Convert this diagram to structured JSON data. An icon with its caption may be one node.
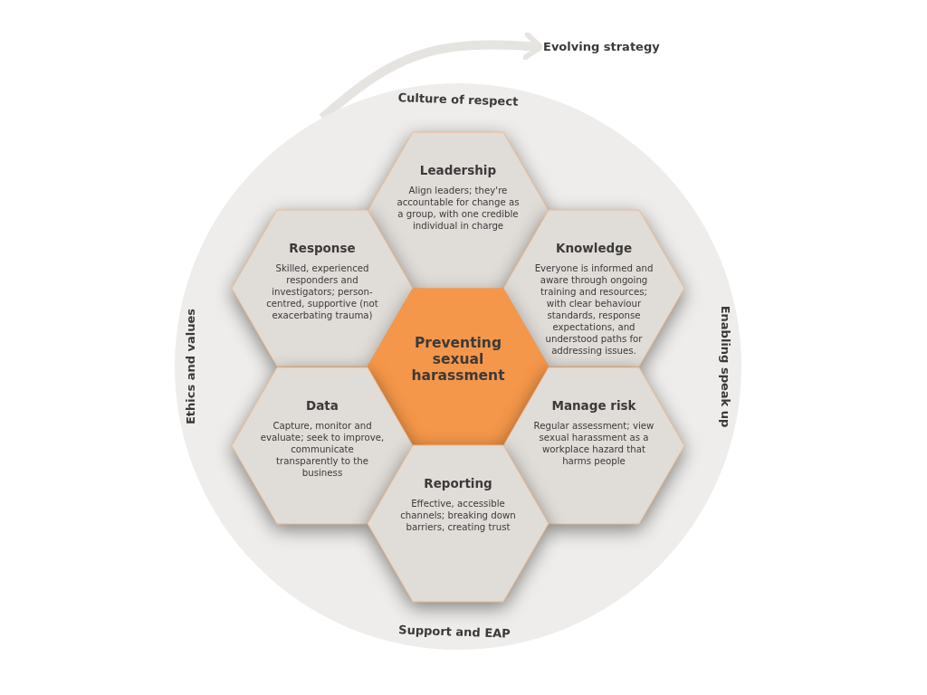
{
  "diagram": {
    "nodes": [
      {
        "text": [
          "Culture of respect",
          "Enabling speak up",
          "Support and EAP",
          "Ethics and values"
        ]
      },
      {
        "text": [
          "Evolving strategy"
        ]
      },
      {
        "text": [
          "Leadership",
          "Align leaders; they're accountable for change as a group, with one credible individual in charge"
        ],
        "in": 0
      },
      {
        "text": [
          "Response",
          "Skilled, experienced responders and investigators; person-centred, supportive (not exacerbating trauma)"
        ],
        "in": 0
      },
      {
        "text": [
          "Knowledge",
          "Everyone is informed and aware through ongoing training and resources; with clear behaviour standards, response expectations, and understood paths for addressing issues."
        ],
        "in": 0
      },
      {
        "text": [
          "Preventing sexual harassment"
        ],
        "in": 0
      },
      {
        "text": [
          "Data",
          "Capture, monitor and evaluate; seek to improve, communicate transparently to the business"
        ],
        "in": 0
      },
      {
        "text": [
          "Manage risk",
          "Regular assessment; view sexual harassment as a workplace hazard that harms people"
        ],
        "in": 0
      },
      {
        "text": [
          "Reporting",
          "Effective, accessible channels; breaking down barriers, creating trust"
        ],
        "in": 0
      }
    ],
    "edges": [
      {
        "from": 0,
        "to": 1,
        "arrow": "to"
      }
    ]
  }
}
